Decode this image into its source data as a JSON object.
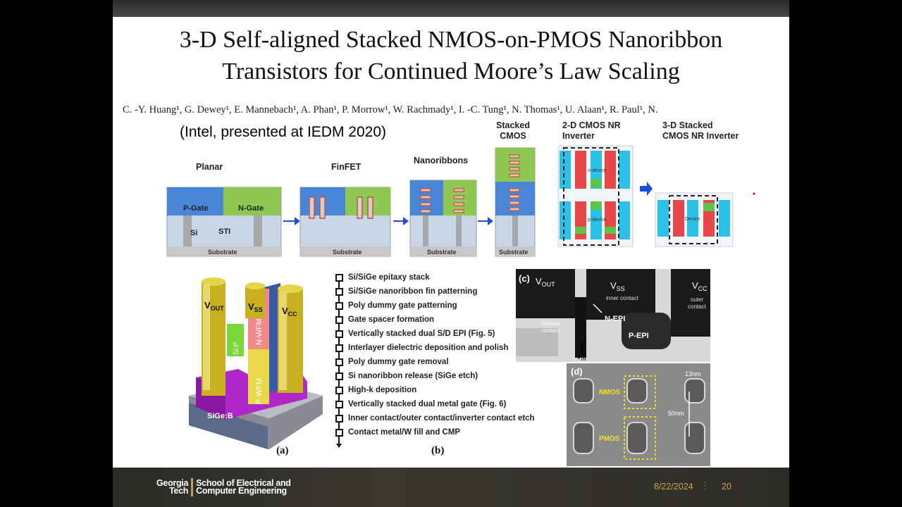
{
  "slide": {
    "title_line1": "3-D Self-aligned Stacked NMOS-on-PMOS Nanoribbon",
    "title_line2": "Transistors for Continued Moore’s Law Scaling",
    "authors": "C. -Y. Huang¹, G. Dewey¹, E. Mannebach¹, A. Phan¹, P. Morrow¹, W. Rachmady¹, I. -C. Tung¹, N. Thomas¹, U. Alaan¹, R. Paul¹, N.",
    "note": "(Intel, presented at IEDM 2020)"
  },
  "evolution": {
    "planar": {
      "label": "Planar",
      "pgate": "P-Gate",
      "ngate": "N-Gate",
      "si": "Si",
      "sti": "STI",
      "substrate": "Substrate"
    },
    "finfet": {
      "label": "FinFET",
      "substrate": "Substrate"
    },
    "nanoribbons": {
      "label": "Nanoribbons",
      "substrate": "Substrate"
    },
    "stacked": {
      "label": "Stacked\nCMOS",
      "substrate": "Substrate"
    },
    "inv2d": {
      "label": "2-D CMOS NR\nInverter",
      "ndevice": "n-device",
      "pdevice": "p-device"
    },
    "inv3d": {
      "label": "3-D Stacked\nCMOS NR Inverter",
      "device": "Device"
    }
  },
  "figure_a": {
    "vout": "V",
    "vout_sub": "OUT",
    "vss": "V",
    "vss_sub": "SS",
    "vcc": "V",
    "vcc_sub": "CC",
    "siP": "Si:P",
    "nwfm": "N-WFM",
    "pwfm": "P-WFM",
    "sigeb": "SiGe:B",
    "caption": "(a)"
  },
  "figure_b": {
    "caption": "(b)",
    "steps": [
      "Si/SiGe epitaxy stack",
      "Si/SiGe nanoribbon fin patterning",
      "Poly dummy gate patterning",
      "Gate spacer formation",
      "Vertically stacked dual S/D EPI (Fig. 5)",
      "Interlayer dielectric deposition and polish",
      "Poly dummy gate removal",
      "Si nanoribbon release (SiGe etch)",
      "High-k deposition",
      "Vertically stacked dual metal gate (Fig. 6)",
      "Inner contact/outer contact/inverter contact etch",
      "Contact metal/W fill and CMP"
    ]
  },
  "figure_c": {
    "tag": "(c)",
    "vout": "V",
    "vout_sub": "OUT",
    "vss": "V",
    "vss_sub": "SS",
    "vcc": "V",
    "vcc_sub": "CC",
    "inner": "inner contact",
    "outer1": "outer",
    "outer2": "contact",
    "inv1": "Inverter",
    "inv2": "contact",
    "nepi": "N-EPI",
    "pepi": "P-EPI",
    "vin": "V",
    "vin_sub": "IN"
  },
  "figure_d": {
    "tag": "(d)",
    "nmos": "NMOS",
    "pmos": "PMOS",
    "dim1": "13nm",
    "dim2": "50nm"
  },
  "footer": {
    "school_line1": "Georgia",
    "school_line2": "Tech",
    "dept_line1": "School of Electrical and",
    "dept_line2": "Computer Engineering",
    "date": "8/22/2024",
    "page": "20"
  },
  "colors": {
    "pgate": "#4a86d8",
    "ngate": "#8ec852",
    "oxide": "#c8d6e8",
    "substrate": "#c8c8c8",
    "footer_gold": "#c9a74a",
    "tech_gold": "#b3a369"
  }
}
